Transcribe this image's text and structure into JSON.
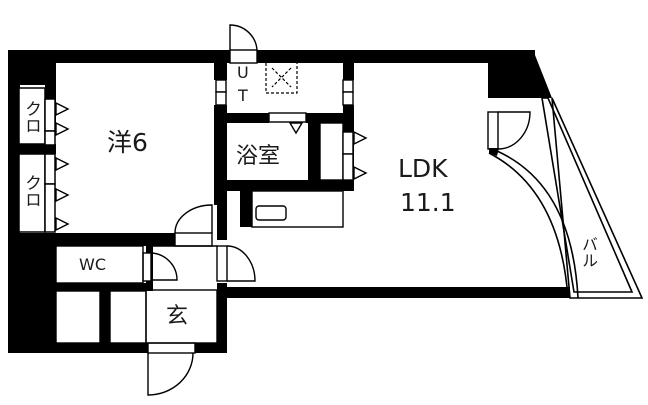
{
  "floorplan": {
    "colors": {
      "wall": "#000000",
      "background": "#ffffff",
      "text": "#1a1a1a"
    },
    "rooms": {
      "western_room": {
        "label": "洋6"
      },
      "closet_1": {
        "label": "クロ"
      },
      "closet_2": {
        "label": "クロ"
      },
      "utility": {
        "label_u": "U",
        "label_t": "T"
      },
      "bathroom": {
        "label": "浴室"
      },
      "ldk": {
        "label": "LDK",
        "size": "11.1"
      },
      "balcony": {
        "label": "バル"
      },
      "toilet": {
        "label": "WC"
      },
      "entrance": {
        "label": "玄"
      }
    }
  }
}
